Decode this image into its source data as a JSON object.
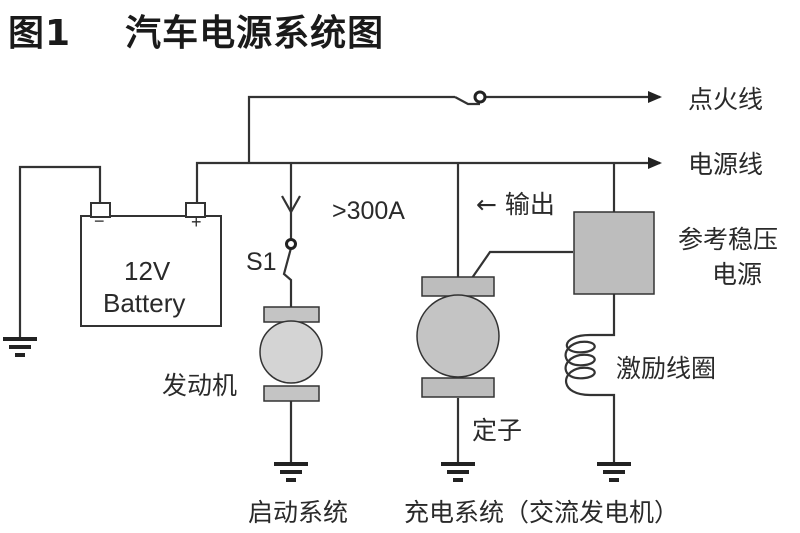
{
  "title": "图1    汽车电源系统图",
  "colors": {
    "wire": "#333333",
    "component_fill": "#c4c4c4",
    "motor_fill_light": "#d4d4d4",
    "text": "#2a2a2a"
  },
  "battery": {
    "voltage": "12V",
    "name": "Battery",
    "negative_symbol": "−",
    "positive_symbol": "+"
  },
  "lines": {
    "ignition": "点火线",
    "power": "电源线"
  },
  "starter": {
    "current": ">300A",
    "switch": "S1",
    "motor": "发动机",
    "system": "启动系统"
  },
  "charging": {
    "output": "← 输出",
    "regulator": [
      "参考稳压",
      "电源"
    ],
    "coil": "激励线圈",
    "stator": "定子",
    "system": "充电系统（交流发电机）"
  }
}
